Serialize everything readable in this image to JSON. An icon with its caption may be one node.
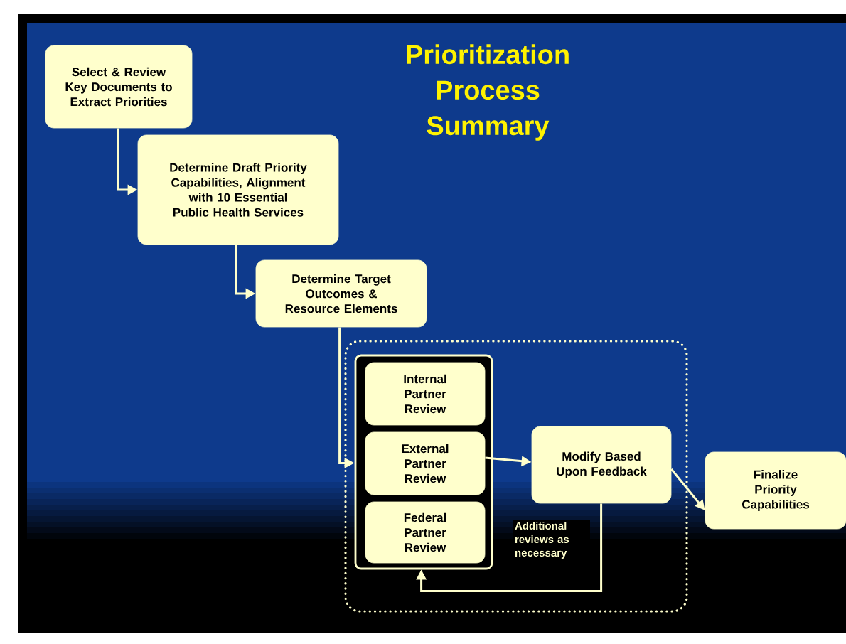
{
  "diagram": {
    "title": "Prioritization Process Summary",
    "nodes": [
      {
        "text": [
          "Select & Review Key Documents to Extract Priorities"
        ]
      },
      {
        "text": [
          "Determine Draft Priority Capabilities, Alignment with 10 Essential Public Health Services"
        ]
      },
      {
        "text": [
          "Determine Target Outcomes & Resource Elements"
        ]
      },
      {
        "text": [],
        "shape": "box"
      },
      {
        "text": [],
        "shape": "box",
        "in": 3
      },
      {
        "text": [
          "Internal Partner Review"
        ],
        "in": 4
      },
      {
        "text": [
          "External Partner Review"
        ],
        "in": 4
      },
      {
        "text": [
          "Federal Partner Review"
        ],
        "in": 4
      },
      {
        "text": [
          "Modify Based Upon Feedback"
        ],
        "in": 3
      },
      {
        "text": [
          "Finalize Priority Capabilities"
        ]
      }
    ],
    "edges": [
      {
        "from": 0,
        "to": 1,
        "arrow": "to"
      },
      {
        "from": 1,
        "to": 2,
        "arrow": "to"
      },
      {
        "from": 2,
        "to": 4,
        "arrow": "to"
      },
      {
        "from": 6,
        "to": 8,
        "arrow": "to"
      },
      {
        "from": 8,
        "to": 9,
        "arrow": "to"
      },
      {
        "from": 8,
        "to": 4,
        "arrow": "to",
        "label": "Additional reviews as necessary"
      }
    ]
  }
}
